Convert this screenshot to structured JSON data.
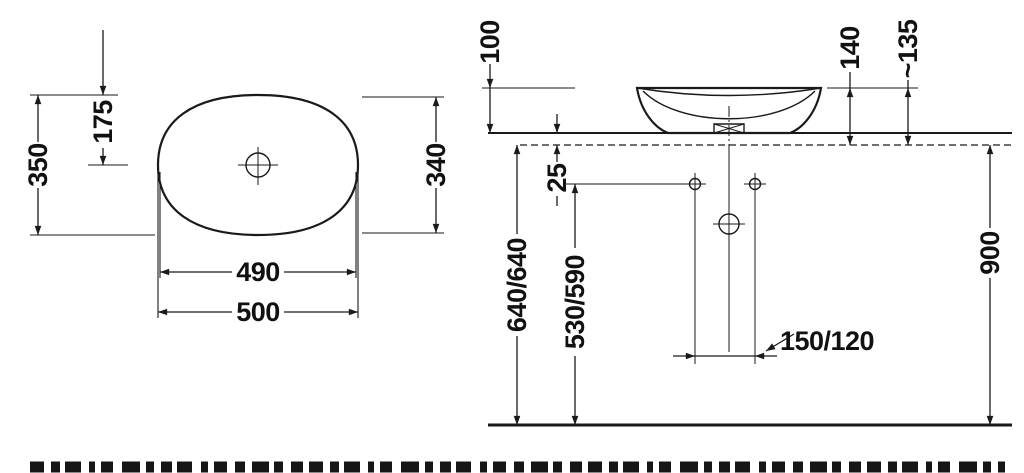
{
  "colors": {
    "line": "#1a1a1a",
    "background": "#ffffff"
  },
  "top_view": {
    "height_overall": "350",
    "height_to_center": "175",
    "height_inner": "340",
    "width_inner": "490",
    "width_overall": "500"
  },
  "side_view": {
    "rim_above_counter": "100",
    "counter_thickness": "25",
    "basin_height": "140",
    "basin_height_approx": "~135",
    "console_height": "640/640",
    "drain_height": "530/590",
    "counter_height": "900",
    "faucet_offset": "150/120"
  }
}
